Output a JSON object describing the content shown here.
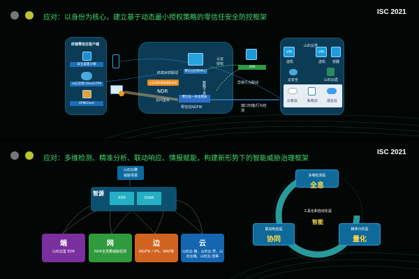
{
  "slide1": {
    "title": "应对：以身份为核心，建立基于动态最小授权策略的零信任安全防控框架",
    "badge": "ISC 2021",
    "client_panel": {
      "title": "终端零信任客户端",
      "items": [
        "安全桌面沙箱",
        "山石云明 IDaaS/TPP",
        "VPNClient"
      ]
    },
    "center": {
      "controller": "零信任控制中心",
      "ndr": "NDR",
      "ndr_bar": "山石网科智能威胁检测",
      "ngfw_bar": "零信任一体化网关",
      "ngfw": "零信任NGFW",
      "status_sync": "终端状态联动",
      "access_auth": "访问鉴权",
      "policy": "策略下发"
    },
    "right_labels": {
      "auth": "认证",
      "authz": "授权",
      "iam": "IAM",
      "behavior": "异常行为联动",
      "scan": "端口扫描/行为检测"
    },
    "cloud_panel": {
      "top_label": "山石云界",
      "vm1": "虚机",
      "vm2": "虚机",
      "container": "容器",
      "cloud_sec": "云安全",
      "cloud_shield": "山石云盾",
      "pub": "公有云",
      "priv": "私有云",
      "hybrid": "混合云"
    }
  },
  "slide2": {
    "title": "应对：多维检测、精准分析、联动响应、情报赋能，构建新形势下的智能威胁治理框架",
    "badge": "ISC 2021",
    "intel": [
      "山石云瞻",
      "威胁情报"
    ],
    "zhiyuan": {
      "label": "智源",
      "xdr": "XDR",
      "soar": "SOAR"
    },
    "pillars": [
      {
        "title": "端",
        "desc": "山石云鉴 EDR",
        "color": "#7a2f9e"
      },
      {
        "title": "网",
        "desc": "NDR全流量威胁检测",
        "color": "#2f9b3d"
      },
      {
        "title": "边",
        "desc": "iNGFW / IPS、WAF等",
        "color": "#d0631f"
      },
      {
        "title": "云",
        "desc": "山石云·格、山石云·界、山石云格、山石云·池等",
        "color": "#1466b1"
      }
    ],
    "cycle": {
      "top": {
        "sub": "多维检测是",
        "main": "全息"
      },
      "left": {
        "sub": "联动响应是",
        "main": "协同"
      },
      "right": {
        "sub": "精准分析是",
        "main": "量化"
      },
      "center_sub": "工具化和自动化是",
      "center_main": "智能"
    }
  }
}
